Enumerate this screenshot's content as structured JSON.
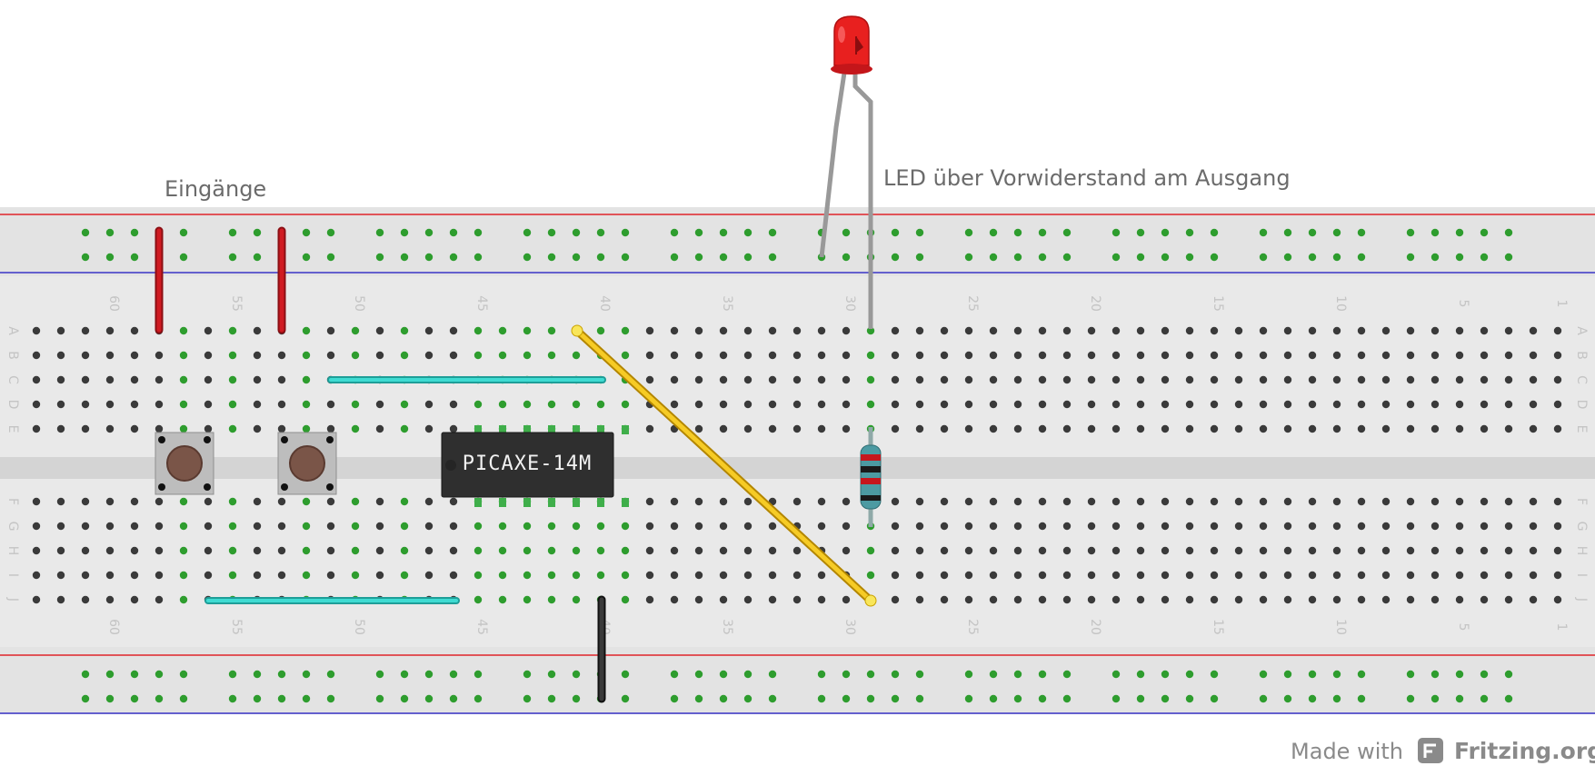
{
  "annotations": {
    "inputs_label": "Eingänge",
    "led_label": "LED über Vorwiderstand am Ausgang"
  },
  "breadboard": {
    "columns_total": 63,
    "column_numbers": [
      "60",
      "55",
      "50",
      "45",
      "40",
      "35",
      "30",
      "25",
      "20",
      "15",
      "10",
      "5",
      "1"
    ],
    "row_letters_top": [
      "A",
      "B",
      "C",
      "D",
      "E"
    ],
    "row_letters_bottom": [
      "F",
      "G",
      "H",
      "I",
      "J"
    ],
    "rail_groups": 10,
    "colors": {
      "board": "#e8e8e8",
      "rail_red": "#e0252b",
      "rail_blue": "#3a35c8",
      "hole": "#3a3a3a",
      "hole_active": "#2e9d2e"
    }
  },
  "components": {
    "chip_label": "PICAXE-14M",
    "pushbuttons": 2,
    "led_color": "#e8201f",
    "wire_colors": {
      "red": "#c8171d",
      "cyan": "#2ec7c0",
      "yellow": "#f2c21c",
      "black": "#2b2b2b"
    }
  },
  "footer": {
    "made_with": "Made with",
    "brand": "Fritzing.org"
  }
}
